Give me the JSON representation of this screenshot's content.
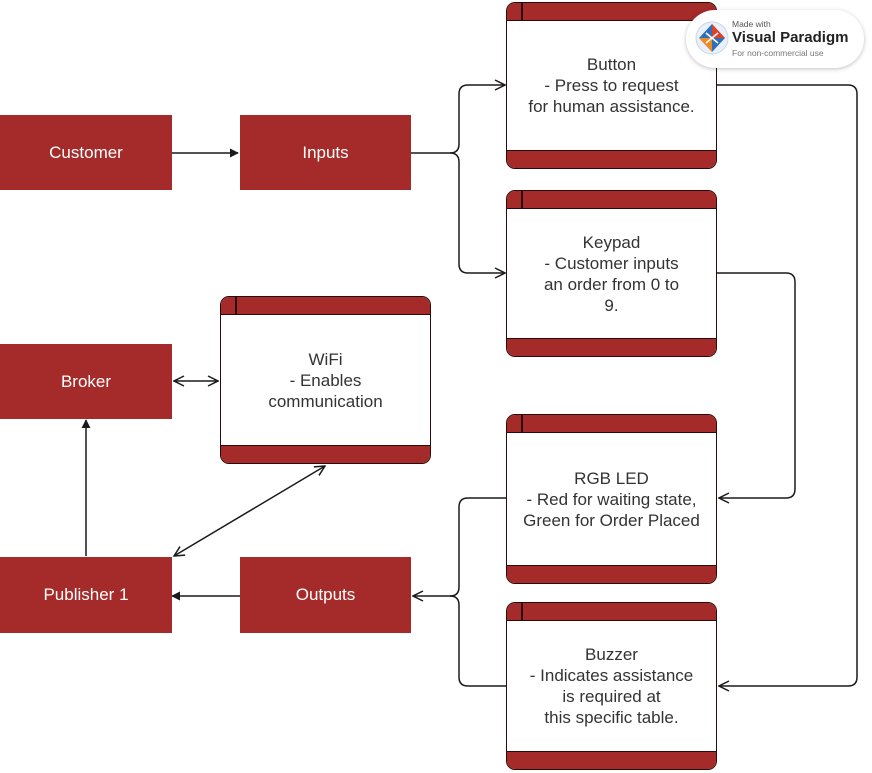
{
  "nodes": {
    "customer": "Customer",
    "inputs": "Inputs",
    "broker": "Broker",
    "publisher": "Publisher 1",
    "outputs": "Outputs"
  },
  "cards": {
    "button": [
      "Button",
      "- Press to request",
      "for human assistance."
    ],
    "keypad": [
      "Keypad",
      "- Customer inputs",
      "an order from 0 to",
      "9."
    ],
    "wifi": [
      "WiFi",
      "- Enables",
      "communication"
    ],
    "rgb_led": [
      "RGB LED",
      "- Red for waiting state,",
      "Green for Order Placed"
    ],
    "buzzer": [
      "Buzzer",
      "- Indicates assistance",
      "is required at",
      "this specific table."
    ]
  },
  "watermark": {
    "made_with": "Made with",
    "brand": "Visual Paradigm",
    "note": "For non-commercial use"
  },
  "colors": {
    "node_fill": "#a52a2a",
    "node_text": "#ffffff",
    "edge": "#1a1a1a"
  }
}
